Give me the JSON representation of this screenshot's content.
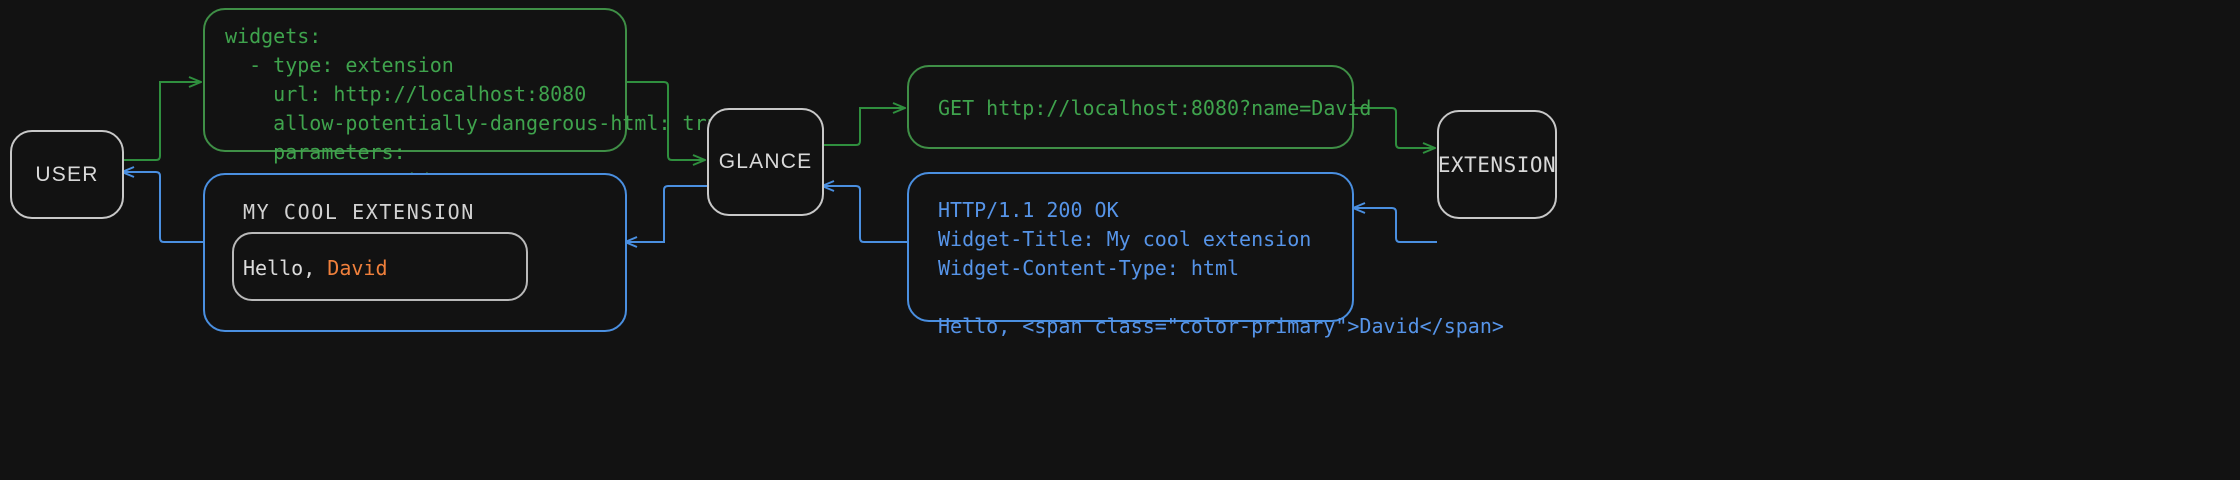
{
  "theme": {
    "background": "#121212",
    "node_border": "#c8c8c8",
    "node_label": "#d9d9d9",
    "green": "#3fa34d",
    "green_border": "#3f8f46",
    "blue": "#5694e8",
    "blue_border": "#4a8fe0",
    "accent_orange": "#f0803c",
    "widget_text": "#dcdcdc"
  },
  "nodes": {
    "user": {
      "label": "USER"
    },
    "glance": {
      "label": "GLANCE"
    },
    "extension": {
      "label": "EXTENSION"
    }
  },
  "panels": {
    "config_yaml": {
      "color": "green",
      "lines": [
        "widgets:",
        "  - type: extension",
        "    url: http://localhost:8080",
        "    allow-potentially-dangerous-html: true",
        "    parameters:",
        "      name: David"
      ],
      "text": "widgets:\n  - type: extension\n    url: http://localhost:8080\n    allow-potentially-dangerous-html: true\n    parameters:\n      name: David"
    },
    "http_request": {
      "color": "green",
      "text": "GET http://localhost:8080?name=David"
    },
    "http_response": {
      "color": "blue",
      "lines": [
        "HTTP/1.1 200 OK",
        "Widget-Title: My cool extension",
        "Widget-Content-Type: html",
        "",
        "Hello, <span class=\"color-primary\">David</span>"
      ],
      "text": "HTTP/1.1 200 OK\nWidget-Title: My cool extension\nWidget-Content-Type: html\n\nHello, <span class=\"color-primary\">David</span>"
    },
    "rendered_widget": {
      "color": "blue",
      "title": "MY COOL EXTENSION",
      "greeting_prefix": "Hello, ",
      "greeting_name": "David"
    }
  },
  "flows": [
    {
      "from": "user",
      "to": "glance",
      "via": "config_yaml",
      "color": "green"
    },
    {
      "from": "glance",
      "to": "extension",
      "via": "http_request",
      "color": "green"
    },
    {
      "from": "extension",
      "to": "glance",
      "via": "http_response",
      "color": "blue"
    },
    {
      "from": "glance",
      "to": "user",
      "via": "rendered_widget",
      "color": "blue"
    }
  ]
}
